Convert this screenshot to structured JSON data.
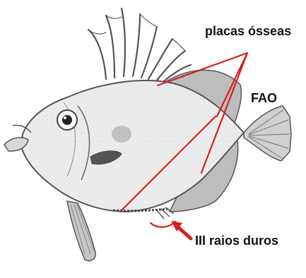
{
  "labels": {
    "bony_plates": "placas ósseas",
    "source": "FAO",
    "spines": "III raios duros"
  },
  "colors": {
    "annotation": "#d6201f",
    "ink": "#555555",
    "body_fill": "#ececec",
    "background": "#ffffff"
  },
  "subject": {
    "icon": "john-dory-fish-drawing"
  }
}
